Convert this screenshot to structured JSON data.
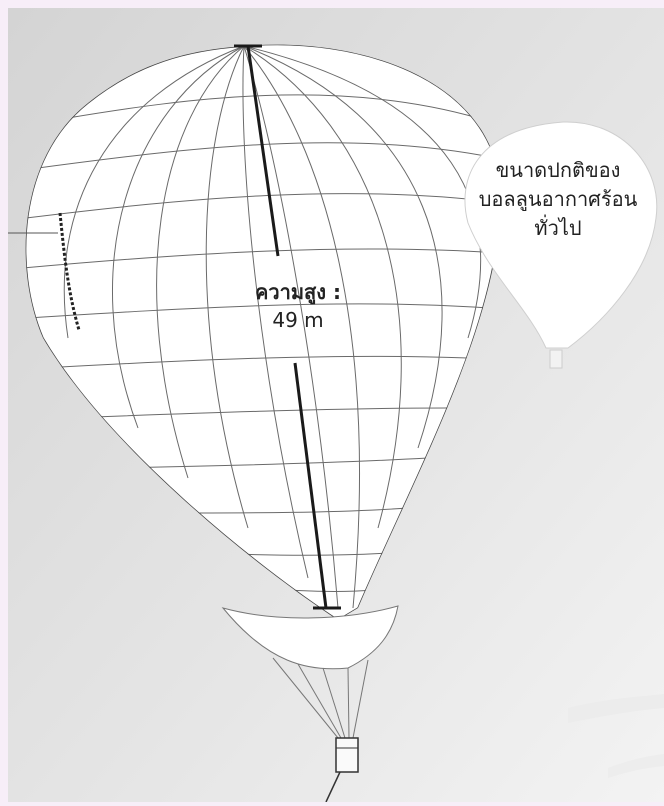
{
  "diagram": {
    "height_label": "ความสูง :",
    "height_value": "49 m",
    "normal_balloon_label": [
      "ขนาดปกติของ",
      "บอลลูนอากาศร้อน",
      "ทั่วไป"
    ]
  },
  "colors": {
    "frame": "#f7eef8",
    "sky_top": "#d8d8d8",
    "sky_bottom": "#f2f2f2",
    "envelope": "#ffffff",
    "envelope_lines": "#555555",
    "measure_line": "#1a1a1a"
  }
}
